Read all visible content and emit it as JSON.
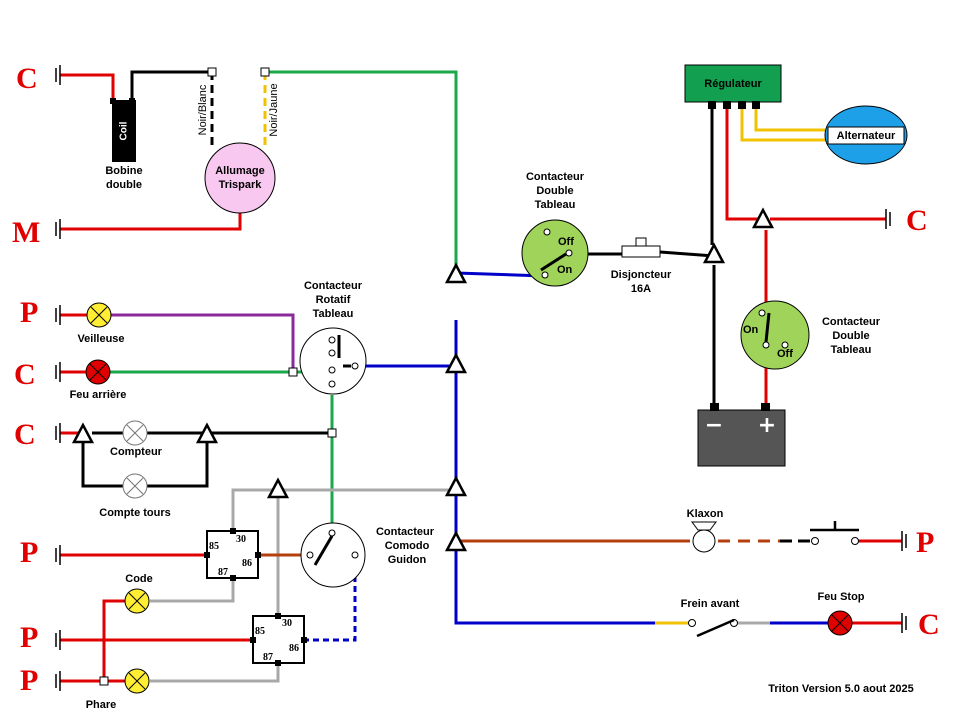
{
  "terminals": {
    "c1": "C",
    "m1": "M",
    "p1": "P",
    "c2": "C",
    "c3": "C",
    "p2": "P",
    "p3": "P",
    "p4": "P",
    "c_right1": "C",
    "p_right": "P",
    "c_right2": "C"
  },
  "components": {
    "coil": "Coil",
    "bobine": [
      "Bobine",
      "double"
    ],
    "allumage": [
      "Allumage",
      "Trispark"
    ],
    "noir_blanc": "Noir/Blanc",
    "noir_jaune": "Noir/Jaune",
    "veilleuse": "Veilleuse",
    "feu_arriere": "Feu arrière",
    "compteur": "Compteur",
    "compte_tours": "Compte tours",
    "code": "Code",
    "phare": "Phare",
    "contacteur_rotatif": [
      "Contacteur",
      "Rotatif",
      "Tableau"
    ],
    "contacteur_comodo": [
      "Contacteur",
      "Comodo",
      "Guidon"
    ],
    "contacteur_double_1": [
      "Contacteur",
      "Double",
      "Tableau"
    ],
    "contacteur_double_2": [
      "Contacteur",
      "Double",
      "Tableau"
    ],
    "switch_off": "Off",
    "switch_on": "On",
    "disjoncteur": [
      "Disjoncteur",
      "16A"
    ],
    "regulateur": "Régulateur",
    "alternateur": "Alternateur",
    "battery_minus": "−",
    "battery_plus": "+",
    "klaxon": "Klaxon",
    "frein_avant": "Frein avant",
    "feu_stop": "Feu Stop",
    "relay_pins": {
      "p30": "30",
      "p85": "85",
      "p86": "86",
      "p87": "87"
    },
    "version": "Triton Version 5.0 aout 2025"
  },
  "colors": {
    "red": "#e00000",
    "black": "#000000",
    "green": "#1aa84a",
    "blue": "#0000c8",
    "purple": "#8b2a9b",
    "yellow": "#f2c200",
    "grey": "#a8a8a8",
    "brown": "#b5400e",
    "regulator": "#12a050",
    "switch_fill": "#9fd35a",
    "allumage_fill": "#f8c8f0",
    "alternateur_fill": "#1ea0e8",
    "battery": "#555555"
  }
}
